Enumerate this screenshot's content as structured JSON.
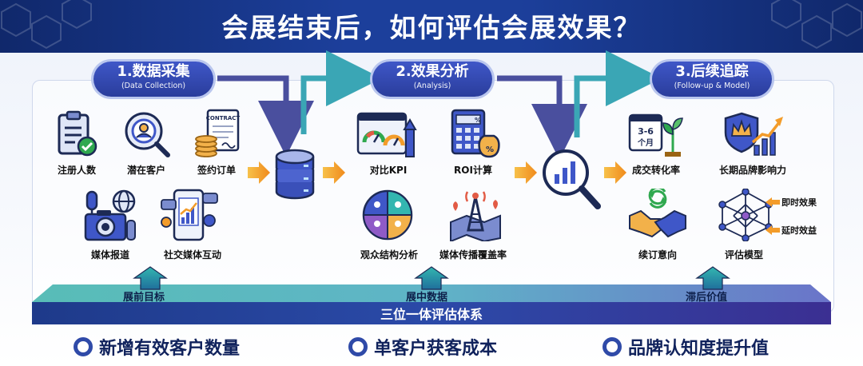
{
  "title": "会展结束后，如何评估会展效果？",
  "colors": {
    "navy": "#1c3f9b",
    "blue": "#2f4aa8",
    "orange": "#f39c2a",
    "teal": "#33b6b0",
    "green": "#2fa84f"
  },
  "stages": [
    {
      "title": "1.数据采集",
      "subtitle": "(Data Collection)"
    },
    {
      "title": "2.效果分析",
      "subtitle": "(Analysis)"
    },
    {
      "title": "3.后续追踪",
      "subtitle": "(Follow-up & Model)"
    }
  ],
  "collection_items": [
    "注册人数",
    "潜在客户",
    "签约订单",
    "媒体报道",
    "社交媒体互动"
  ],
  "contract_text": "CONTRACT",
  "analysis_items": [
    "对比KPI",
    "ROI计算",
    "观众结构分析",
    "媒体传播覆盖率"
  ],
  "followup_items": [
    "成交转化率",
    "长期品牌影响力",
    "续订意向",
    "评估模型"
  ],
  "calendar_text": "3-6\n个月",
  "model_tags": [
    "即时效果",
    "延时效益"
  ],
  "band": {
    "labels": [
      "展前目标",
      "展中数据",
      "滞后价值"
    ],
    "center": "三位一体评估体系"
  },
  "kpis": [
    "新增有效客户数量",
    "单客户获客成本",
    "品牌认知度提升值"
  ]
}
